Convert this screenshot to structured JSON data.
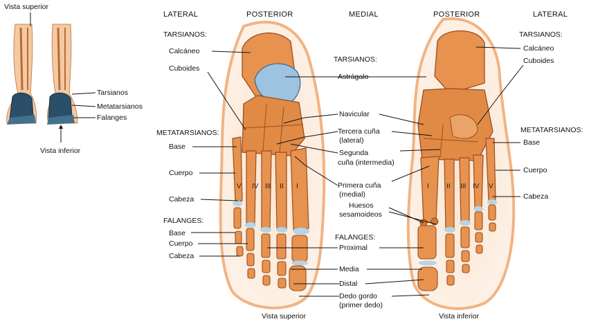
{
  "headers": {
    "lateral_left": "LATERAL",
    "posterior_left": "POSTERIOR",
    "medial": "MEDIAL",
    "posterior_right": "POSTERIOR",
    "lateral_right": "LATERAL"
  },
  "inset": {
    "superior_view": "Vista superior",
    "inferior_view": "Vista inferior",
    "tarsals": "Tarsianos",
    "metatarsals": "Metatarsianos",
    "phalanges": "Falanges"
  },
  "left_labels": {
    "tarsals_heading": "TARSIANOS:",
    "calcaneus": "Calcáneo",
    "cuboid": "Cuboides",
    "metatarsals_heading": "METATARSIANOS:",
    "base": "Base",
    "body": "Cuerpo",
    "head": "Cabeza",
    "phalanges_heading": "FALANGES:",
    "ph_base": "Base",
    "ph_body": "Cuerpo",
    "ph_head": "Cabeza"
  },
  "center_labels": {
    "tarsals_heading": "TARSIANOS:",
    "talus": "Astrágalo",
    "navicular": "Navicular",
    "third_cuneiform_1": "Tercera cuña",
    "third_cuneiform_2": "(lateral)",
    "second_cuneiform_1": "Segunda",
    "second_cuneiform_2": "cuña (intermedia)",
    "first_cuneiform_1": "Primera cuña",
    "first_cuneiform_2": "(medial)",
    "sesamoid_1": "Huesos",
    "sesamoid_2": "sesamoideos",
    "phalanges_heading": "FALANGES:",
    "proximal": "Proximal",
    "middle": "Media",
    "distal": "Distal",
    "big_toe_1": "Dedo gordo",
    "big_toe_2": "(primer dedo)"
  },
  "right_labels": {
    "tarsals_heading": "TARSIANOS:",
    "calcaneus": "Calcáneo",
    "cuboid": "Cuboides",
    "metatarsals_heading": "METATARSIANOS:",
    "base": "Base",
    "body": "Cuerpo",
    "head": "Cabeza"
  },
  "roman_left": [
    "V",
    "IV",
    "III",
    "II",
    "I"
  ],
  "roman_right": [
    "I",
    "II",
    "III",
    "IV",
    "V"
  ],
  "captions": {
    "superior": "Vista superior",
    "inferior": "Vista inferior"
  },
  "colors": {
    "bone": "#e7924f",
    "bone_dark": "#b9602a",
    "skin_outline": "#f2b383",
    "cartilage": "#b7d3e6",
    "talus_blue": "#9cc3e0",
    "inset_bone": "#2b4f68"
  }
}
